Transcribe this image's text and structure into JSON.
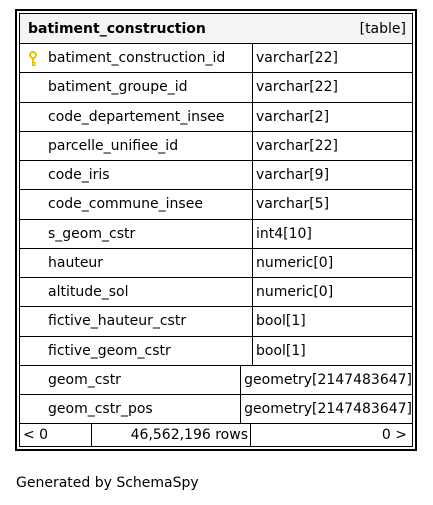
{
  "table": {
    "name": "batiment_construction",
    "kind": "[table]",
    "columns": [
      {
        "name": "batiment_construction_id",
        "type": "varchar[22]",
        "primary_key": true
      },
      {
        "name": "batiment_groupe_id",
        "type": "varchar[22]",
        "primary_key": false
      },
      {
        "name": "code_departement_insee",
        "type": "varchar[2]",
        "primary_key": false
      },
      {
        "name": "parcelle_unifiee_id",
        "type": "varchar[22]",
        "primary_key": false
      },
      {
        "name": "code_iris",
        "type": "varchar[9]",
        "primary_key": false
      },
      {
        "name": "code_commune_insee",
        "type": "varchar[5]",
        "primary_key": false
      },
      {
        "name": "s_geom_cstr",
        "type": "int4[10]",
        "primary_key": false
      },
      {
        "name": "hauteur",
        "type": "numeric[0]",
        "primary_key": false
      },
      {
        "name": "altitude_sol",
        "type": "numeric[0]",
        "primary_key": false
      },
      {
        "name": "fictive_hauteur_cstr",
        "type": "bool[1]",
        "primary_key": false
      },
      {
        "name": "fictive_geom_cstr",
        "type": "bool[1]",
        "primary_key": false
      },
      {
        "name": "geom_cstr",
        "type": "geometry[2147483647]",
        "primary_key": false
      },
      {
        "name": "geom_cstr_pos",
        "type": "geometry[2147483647]",
        "primary_key": false
      }
    ],
    "footer": {
      "left": "< 0",
      "rows": "46,562,196 rows",
      "right": "0 >"
    }
  },
  "generated_by": "Generated by SchemaSpy",
  "colors": {
    "header_bg": "#f4f4f4",
    "border": "#000000",
    "key_icon": "#e6c200"
  },
  "icons": {
    "primary_key": "key-icon"
  }
}
